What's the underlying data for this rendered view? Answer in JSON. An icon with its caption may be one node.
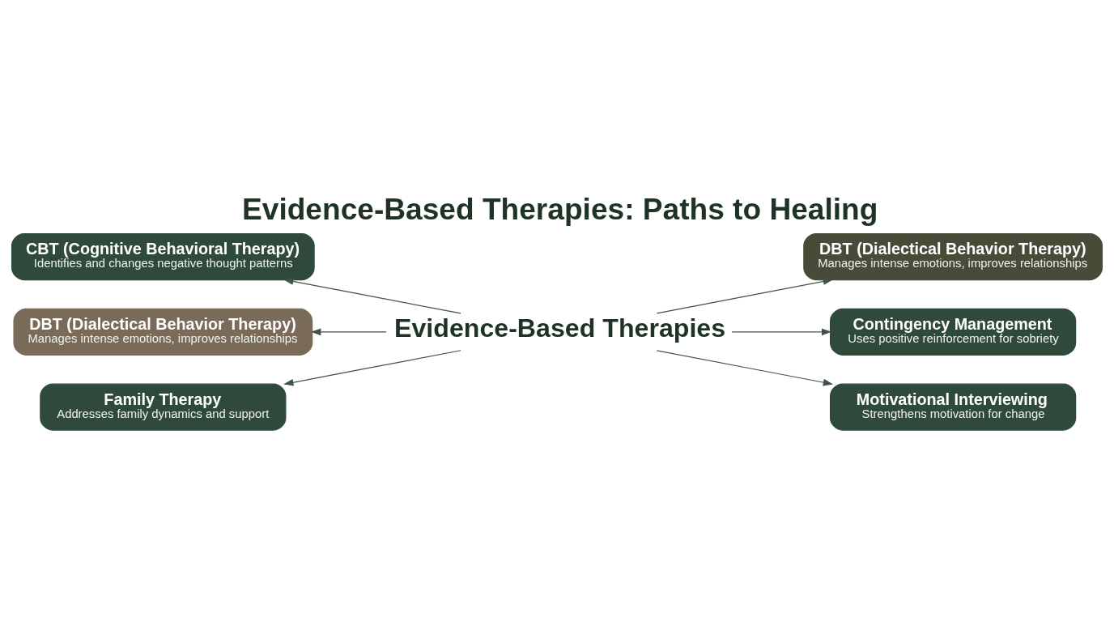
{
  "diagram": {
    "title": "Evidence-Based Therapies: Paths to Healing",
    "nodes": [
      {
        "text": [
          "Evidence-Based Therapies"
        ]
      },
      {
        "text": [
          "CBT (Cognitive Behavioral Therapy)",
          "Identifies and changes negative thought patterns"
        ]
      },
      {
        "text": [
          "DBT (Dialectical Behavior Therapy)",
          "Manages intense emotions, improves relationships"
        ]
      },
      {
        "text": [
          "Family Therapy",
          "Addresses family dynamics and support"
        ]
      },
      {
        "text": [
          "DBT (Dialectical Behavior Therapy)",
          "Manages intense emotions, improves relationships"
        ]
      },
      {
        "text": [
          "Contingency Management",
          "Uses positive reinforcement for sobriety"
        ]
      },
      {
        "text": [
          "Motivational Interviewing",
          "Strengthens motivation for change"
        ]
      }
    ],
    "edges": [
      {
        "from": 0,
        "to": 1,
        "arrow": "to"
      },
      {
        "from": 0,
        "to": 2,
        "arrow": "to"
      },
      {
        "from": 0,
        "to": 3,
        "arrow": "to"
      },
      {
        "from": 0,
        "to": 4,
        "arrow": "to"
      },
      {
        "from": 0,
        "to": 5,
        "arrow": "to"
      },
      {
        "from": 0,
        "to": 6,
        "arrow": "to"
      }
    ]
  }
}
